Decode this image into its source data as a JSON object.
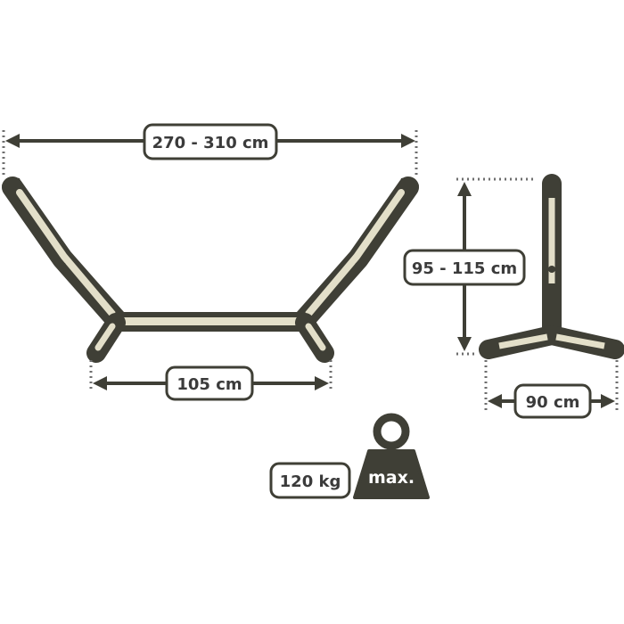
{
  "colors": {
    "frame_dark": "#3f3f36",
    "frame_light": "#e3dfc9",
    "text": "#3b3b3b",
    "dots": "#6e6e6e"
  },
  "dimensions": {
    "total_length": "270 - 310 cm",
    "base_length": "105 cm",
    "height": "95 - 115 cm",
    "depth": "90 cm"
  },
  "load": {
    "weight": "120 kg",
    "badge": "max."
  }
}
